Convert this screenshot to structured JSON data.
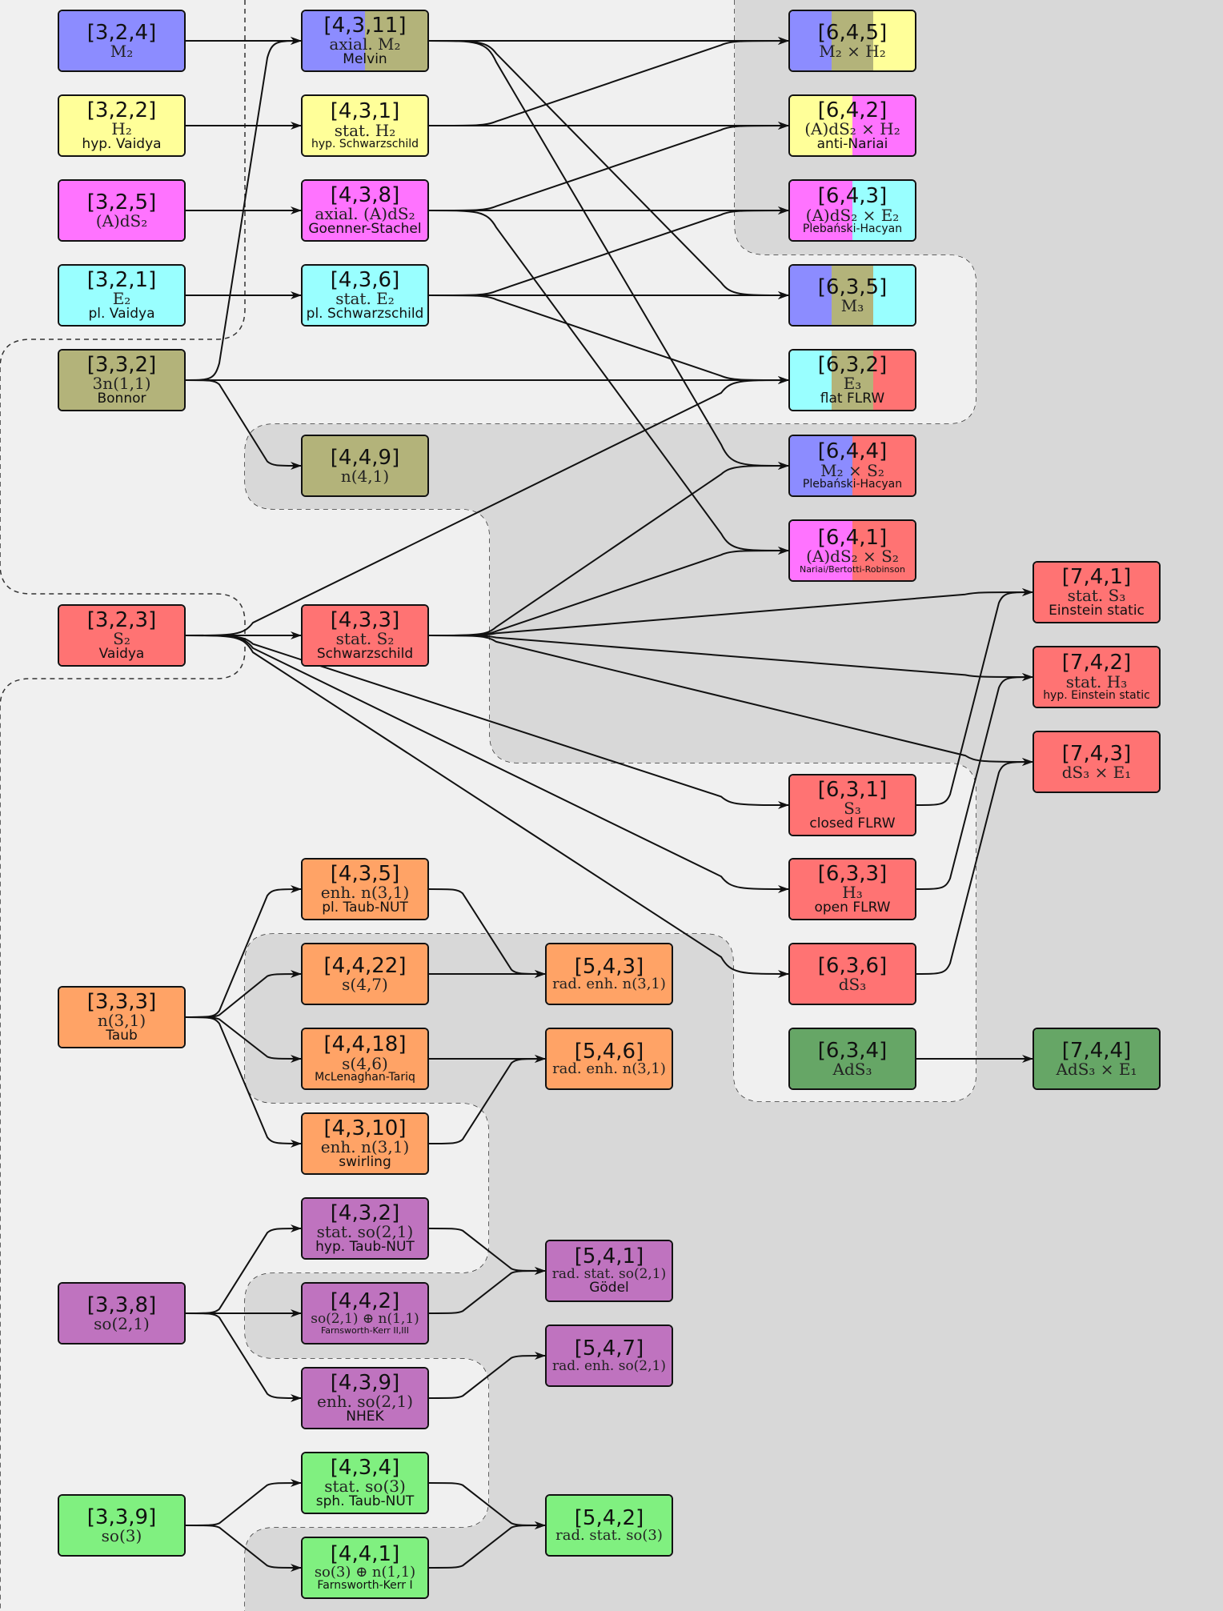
{
  "colors": {
    "blue": "#8c8cff",
    "yellow": "#ffff99",
    "magenta": "#ff73ff",
    "cyan": "#99ffff",
    "olive": "#b3b37a",
    "red": "#ff7373",
    "orange": "#ffa366",
    "purple": "#bf73bf",
    "green": "#80f080",
    "darkgreen": "#66a666",
    "region_light": "#f0f0f0",
    "region_dark": "#d8d8d8"
  },
  "nodes": [
    {
      "id": "n324",
      "code": "[3,2,4]",
      "alg": "M₂",
      "name": "",
      "colors": [
        "blue"
      ]
    },
    {
      "id": "n322",
      "code": "[3,2,2]",
      "alg": "H₂",
      "name": "hyp. Vaidya",
      "colors": [
        "yellow"
      ]
    },
    {
      "id": "n325",
      "code": "[3,2,5]",
      "alg": "(A)dS₂",
      "name": "",
      "colors": [
        "magenta"
      ]
    },
    {
      "id": "n321",
      "code": "[3,2,1]",
      "alg": "E₂",
      "name": "pl. Vaidya",
      "colors": [
        "cyan"
      ]
    },
    {
      "id": "n332",
      "code": "[3,3,2]",
      "alg": "3n(1,1)",
      "name": "Bonnor",
      "colors": [
        "olive"
      ]
    },
    {
      "id": "n323",
      "code": "[3,2,3]",
      "alg": "S₂",
      "name": "Vaidya",
      "colors": [
        "red"
      ]
    },
    {
      "id": "n333",
      "code": "[3,3,3]",
      "alg": "n(3,1)",
      "name": "Taub",
      "colors": [
        "orange"
      ]
    },
    {
      "id": "n338",
      "code": "[3,3,8]",
      "alg": "so(2,1)",
      "name": "",
      "colors": [
        "purple"
      ]
    },
    {
      "id": "n339",
      "code": "[3,3,9]",
      "alg": "so(3)",
      "name": "",
      "colors": [
        "green"
      ]
    },
    {
      "id": "n4311",
      "code": "[4,3,11]",
      "alg": "axial. M₂",
      "name": "Melvin",
      "colors": [
        "blue",
        "olive"
      ]
    },
    {
      "id": "n431",
      "code": "[4,3,1]",
      "alg": "stat. H₂",
      "name": "hyp. Schwarzschild",
      "colors": [
        "yellow"
      ]
    },
    {
      "id": "n438",
      "code": "[4,3,8]",
      "alg": "axial. (A)dS₂",
      "name": "Goenner-Stachel",
      "colors": [
        "magenta"
      ]
    },
    {
      "id": "n436",
      "code": "[4,3,6]",
      "alg": "stat. E₂",
      "name": "pl. Schwarzschild",
      "colors": [
        "cyan"
      ]
    },
    {
      "id": "n449",
      "code": "[4,4,9]",
      "alg": "n(4,1)",
      "name": "",
      "colors": [
        "olive"
      ]
    },
    {
      "id": "n433",
      "code": "[4,3,3]",
      "alg": "stat. S₂",
      "name": "Schwarzschild",
      "colors": [
        "red"
      ]
    },
    {
      "id": "n435",
      "code": "[4,3,5]",
      "alg": "enh. n(3,1)",
      "name": "pl. Taub-NUT",
      "colors": [
        "orange"
      ]
    },
    {
      "id": "n4422",
      "code": "[4,4,22]",
      "alg": "s(4,7)",
      "name": "",
      "colors": [
        "orange"
      ]
    },
    {
      "id": "n4418",
      "code": "[4,4,18]",
      "alg": "s(4,6)",
      "name": "McLenaghan-Tariq",
      "colors": [
        "orange"
      ]
    },
    {
      "id": "n4310",
      "code": "[4,3,10]",
      "alg": "enh. n(3,1)",
      "name": "swirling",
      "colors": [
        "orange"
      ]
    },
    {
      "id": "n432",
      "code": "[4,3,2]",
      "alg": "stat. so(2,1)",
      "name": "hyp. Taub-NUT",
      "colors": [
        "purple"
      ]
    },
    {
      "id": "n442",
      "code": "[4,4,2]",
      "alg": "so(2,1) ⊕ n(1,1)",
      "name": "Farnsworth-Kerr II,III",
      "colors": [
        "purple"
      ]
    },
    {
      "id": "n439",
      "code": "[4,3,9]",
      "alg": "enh. so(2,1)",
      "name": "NHEK",
      "colors": [
        "purple"
      ]
    },
    {
      "id": "n434",
      "code": "[4,3,4]",
      "alg": "stat. so(3)",
      "name": "sph. Taub-NUT",
      "colors": [
        "green"
      ]
    },
    {
      "id": "n441",
      "code": "[4,4,1]",
      "alg": "so(3) ⊕ n(1,1)",
      "name": "Farnsworth-Kerr I",
      "colors": [
        "green"
      ]
    },
    {
      "id": "n543",
      "code": "[5,4,3]",
      "alg": "rad. enh. n(3,1)",
      "name": "",
      "colors": [
        "orange"
      ]
    },
    {
      "id": "n546",
      "code": "[5,4,6]",
      "alg": "rad. enh. n(3,1)",
      "name": "",
      "colors": [
        "orange"
      ]
    },
    {
      "id": "n541",
      "code": "[5,4,1]",
      "alg": "rad. stat. so(2,1)",
      "name": "Gödel",
      "colors": [
        "purple"
      ]
    },
    {
      "id": "n547",
      "code": "[5,4,7]",
      "alg": "rad. enh. so(2,1)",
      "name": "",
      "colors": [
        "purple"
      ]
    },
    {
      "id": "n542",
      "code": "[5,4,2]",
      "alg": "rad. stat. so(3)",
      "name": "",
      "colors": [
        "green"
      ]
    },
    {
      "id": "n645",
      "code": "[6,4,5]",
      "alg": "M₂ × H₂",
      "name": "",
      "colors": [
        "blue",
        "olive",
        "yellow"
      ]
    },
    {
      "id": "n642",
      "code": "[6,4,2]",
      "alg": "(A)dS₂ × H₂",
      "name": "anti-Nariai",
      "colors": [
        "yellow",
        "magenta"
      ]
    },
    {
      "id": "n643",
      "code": "[6,4,3]",
      "alg": "(A)dS₂ × E₂",
      "name": "Plebański-Hacyan",
      "colors": [
        "magenta",
        "cyan"
      ]
    },
    {
      "id": "n635",
      "code": "[6,3,5]",
      "alg": "M₃",
      "name": "",
      "colors": [
        "blue",
        "olive",
        "cyan"
      ]
    },
    {
      "id": "n632",
      "code": "[6,3,2]",
      "alg": "E₃",
      "name": "flat FLRW",
      "colors": [
        "cyan",
        "olive",
        "red"
      ]
    },
    {
      "id": "n644",
      "code": "[6,4,4]",
      "alg": "M₂ × S₂",
      "name": "Plebański-Hacyan",
      "colors": [
        "blue",
        "red"
      ]
    },
    {
      "id": "n641",
      "code": "[6,4,1]",
      "alg": "(A)dS₂ × S₂",
      "name": "Nariai/Bertotti-Robinson",
      "colors": [
        "magenta",
        "red"
      ]
    },
    {
      "id": "n631",
      "code": "[6,3,1]",
      "alg": "S₃",
      "name": "closed FLRW",
      "colors": [
        "red"
      ]
    },
    {
      "id": "n633",
      "code": "[6,3,3]",
      "alg": "H₃",
      "name": "open FLRW",
      "colors": [
        "red"
      ]
    },
    {
      "id": "n636",
      "code": "[6,3,6]",
      "alg": "dS₃",
      "name": "",
      "colors": [
        "red"
      ]
    },
    {
      "id": "n634",
      "code": "[6,3,4]",
      "alg": "AdS₃",
      "name": "",
      "colors": [
        "darkgreen"
      ]
    },
    {
      "id": "n741",
      "code": "[7,4,1]",
      "alg": "stat. S₃",
      "name": "Einstein static",
      "colors": [
        "red"
      ]
    },
    {
      "id": "n742",
      "code": "[7,4,2]",
      "alg": "stat. H₃",
      "name": "hyp. Einstein static",
      "colors": [
        "red"
      ]
    },
    {
      "id": "n743",
      "code": "[7,4,3]",
      "alg": "dS₃ × E₁",
      "name": "",
      "colors": [
        "red"
      ]
    },
    {
      "id": "n744",
      "code": "[7,4,4]",
      "alg": "AdS₃ × E₁",
      "name": "",
      "colors": [
        "darkgreen"
      ]
    }
  ],
  "edges": [
    [
      "n324",
      "n4311"
    ],
    [
      "n322",
      "n431"
    ],
    [
      "n325",
      "n438"
    ],
    [
      "n321",
      "n436"
    ],
    [
      "n332",
      "n4311"
    ],
    [
      "n332",
      "n632"
    ],
    [
      "n332",
      "n449"
    ],
    [
      "n4311",
      "n645"
    ],
    [
      "n4311",
      "n635"
    ],
    [
      "n4311",
      "n644"
    ],
    [
      "n431",
      "n645"
    ],
    [
      "n431",
      "n642"
    ],
    [
      "n438",
      "n642"
    ],
    [
      "n438",
      "n643"
    ],
    [
      "n438",
      "n641"
    ],
    [
      "n436",
      "n643"
    ],
    [
      "n436",
      "n635"
    ],
    [
      "n436",
      "n632"
    ],
    [
      "n323",
      "n632"
    ],
    [
      "n323",
      "n433"
    ],
    [
      "n323",
      "n631"
    ],
    [
      "n323",
      "n633"
    ],
    [
      "n323",
      "n636"
    ],
    [
      "n433",
      "n644"
    ],
    [
      "n433",
      "n641"
    ],
    [
      "n433",
      "n741"
    ],
    [
      "n433",
      "n742"
    ],
    [
      "n433",
      "n743"
    ],
    [
      "n631",
      "n741"
    ],
    [
      "n633",
      "n742"
    ],
    [
      "n636",
      "n743"
    ],
    [
      "n634",
      "n744"
    ],
    [
      "n333",
      "n435"
    ],
    [
      "n333",
      "n4422"
    ],
    [
      "n333",
      "n4418"
    ],
    [
      "n333",
      "n4310"
    ],
    [
      "n435",
      "n543"
    ],
    [
      "n4422",
      "n543"
    ],
    [
      "n4418",
      "n546"
    ],
    [
      "n4310",
      "n546"
    ],
    [
      "n338",
      "n432"
    ],
    [
      "n338",
      "n442"
    ],
    [
      "n338",
      "n439"
    ],
    [
      "n432",
      "n541"
    ],
    [
      "n442",
      "n541"
    ],
    [
      "n439",
      "n547"
    ],
    [
      "n339",
      "n434"
    ],
    [
      "n339",
      "n441"
    ],
    [
      "n434",
      "n542"
    ],
    [
      "n441",
      "n542"
    ]
  ]
}
